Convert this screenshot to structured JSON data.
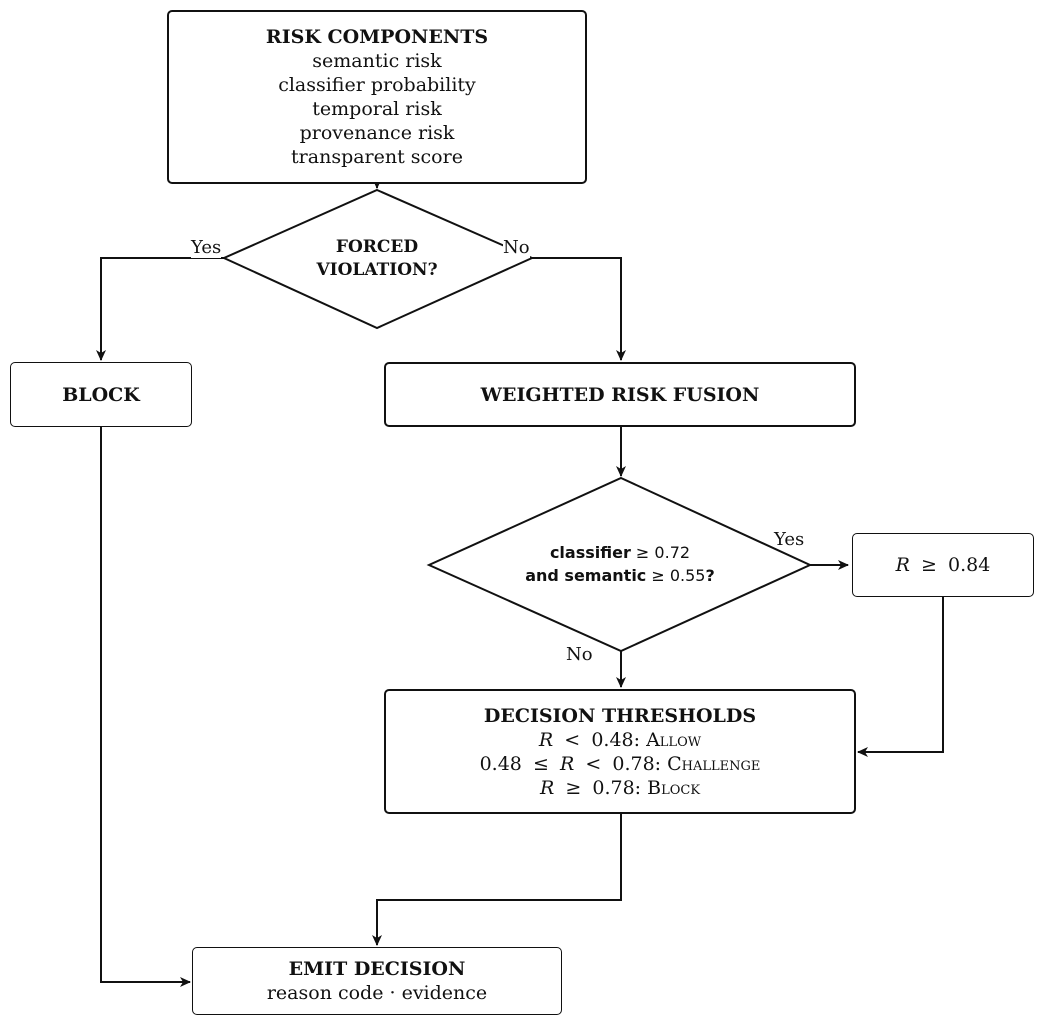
{
  "risk_components": {
    "title": "RISK COMPONENTS",
    "items": [
      "semantic risk",
      "classifier probability",
      "temporal risk",
      "provenance risk",
      "transparent score"
    ]
  },
  "forced_violation": {
    "line1": "FORCED",
    "line2": "VIOLATION?",
    "yes_label": "Yes",
    "no_label": "No"
  },
  "block": {
    "label": "BLOCK"
  },
  "fusion": {
    "label": "WEIGHTED RISK FUSION"
  },
  "classifier_check": {
    "line1_bold": "classifier",
    "line1_rest": " ≥ 0.72",
    "line2_bold": "and semantic",
    "line2_rest": " ≥ 0.55",
    "line2_q": "?",
    "yes_label": "Yes",
    "no_label": "No"
  },
  "override": {
    "var": "R",
    "op": "≥",
    "value": "0.84"
  },
  "thresholds": {
    "title": "DECISION THRESHOLDS",
    "row1": {
      "var": "R",
      "op": "<",
      "value": "0.48:",
      "action": "Allow"
    },
    "row2": {
      "low": "0.48",
      "op1": "≤",
      "var": "R",
      "op2": "<",
      "value": "0.78:",
      "action": "Challenge"
    },
    "row3": {
      "var": "R",
      "op": "≥",
      "value": "0.78:",
      "action": "Block"
    }
  },
  "emit": {
    "title": "EMIT DECISION",
    "subtitle": "reason code · evidence"
  }
}
